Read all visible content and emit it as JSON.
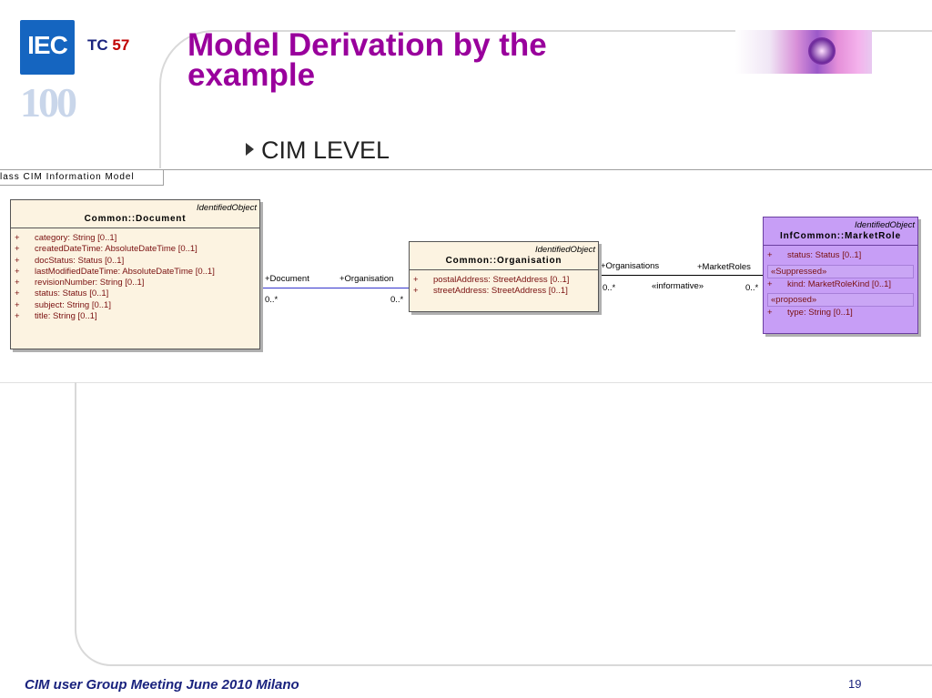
{
  "header": {
    "logo_text": "IEC",
    "logo_sub": "100",
    "tc_label": "TC",
    "tc_number": "57",
    "title_line1": "Model Derivation by the",
    "title_line2": "example",
    "subtitle": "CIM LEVEL"
  },
  "diagram": {
    "tab_label": "lass CIM Information Model",
    "classes": {
      "document": {
        "stereotype": "IdentifiedObject",
        "name": "Common::Document",
        "attributes": [
          {
            "vis": "+",
            "text": "category:  String [0..1]"
          },
          {
            "vis": "+",
            "text": "createdDateTime:  AbsoluteDateTime [0..1]"
          },
          {
            "vis": "+",
            "text": "docStatus:  Status [0..1]"
          },
          {
            "vis": "+",
            "text": "lastModifiedDateTime:  AbsoluteDateTime [0..1]"
          },
          {
            "vis": "+",
            "text": "revisionNumber:  String [0..1]"
          },
          {
            "vis": "+",
            "text": "status:  Status [0..1]"
          },
          {
            "vis": "+",
            "text": "subject:  String [0..1]"
          },
          {
            "vis": "+",
            "text": "title:  String [0..1]"
          }
        ]
      },
      "organisation": {
        "stereotype": "IdentifiedObject",
        "name": "Common::Organisation",
        "attributes": [
          {
            "vis": "+",
            "text": "postalAddress:  StreetAddress [0..1]"
          },
          {
            "vis": "+",
            "text": "streetAddress:  StreetAddress [0..1]"
          }
        ]
      },
      "market_role": {
        "stereotype": "IdentifiedObject",
        "name": "InfCommon::MarketRole",
        "attribute": {
          "vis": "+",
          "text": "status:  Status [0..1]"
        },
        "suppressed_label": "«Suppressed»",
        "suppressed_attr": {
          "vis": "+",
          "text": "kind:  MarketRoleKind [0..1]"
        },
        "proposed_label": "«proposed»",
        "proposed_attr": {
          "vis": "+",
          "text": "type:  String [0..1]"
        }
      }
    },
    "associations": {
      "doc_org": {
        "role_left": "+Document",
        "role_right": "+Organisation",
        "mult_left": "0..*",
        "mult_right": "0..*",
        "color": "#3333cc"
      },
      "org_mr": {
        "role_left": "+Organisations",
        "role_right": "+MarketRoles",
        "mult_left": "0..*",
        "mult_right": "0..*",
        "stereotype": "«informative»",
        "color": "#000000"
      }
    }
  },
  "footer": {
    "text": "CIM user Group Meeting  June 2010 Milano",
    "page_number": "19"
  }
}
